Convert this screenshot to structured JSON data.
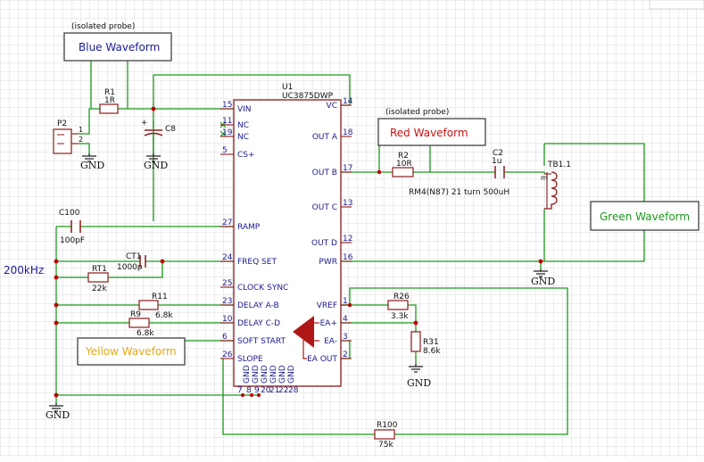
{
  "ic": {
    "ref": "U1",
    "part": "UC3875DWP",
    "pins_left": [
      {
        "num": "15",
        "name": "VIN"
      },
      {
        "num": "11",
        "name": "NC"
      },
      {
        "num": "19",
        "name": "NC"
      },
      {
        "num": "5",
        "name": "CS+"
      },
      {
        "num": "27",
        "name": "RAMP"
      },
      {
        "num": "24",
        "name": "FREQ SET"
      },
      {
        "num": "25",
        "name": "CLOCK SYNC"
      },
      {
        "num": "23",
        "name": "DELAY A-B"
      },
      {
        "num": "10",
        "name": "DELAY C-D"
      },
      {
        "num": "6",
        "name": "SOFT START"
      },
      {
        "num": "26",
        "name": "SLOPE"
      }
    ],
    "pins_right": [
      {
        "num": "14",
        "name": "VC"
      },
      {
        "num": "18",
        "name": "OUT A"
      },
      {
        "num": "17",
        "name": "OUT B"
      },
      {
        "num": "13",
        "name": "OUT C"
      },
      {
        "num": "12",
        "name": "OUT D"
      },
      {
        "num": "16",
        "name": "PWR"
      },
      {
        "num": "1",
        "name": "VREF"
      },
      {
        "num": "4",
        "name": "EA+"
      },
      {
        "num": "3",
        "name": "EA-"
      },
      {
        "num": "2",
        "name": "EA OUT"
      }
    ],
    "gnd_label": "GND",
    "bottom_pin_nums": [
      "7",
      "8",
      "9",
      "20",
      "21",
      "22",
      "28"
    ]
  },
  "probes": {
    "blue": {
      "note": "(isolated probe)",
      "label": "Blue Waveform",
      "color": "#1a1a9c"
    },
    "red": {
      "note": "(isolated probe)",
      "label": "Red Waveform",
      "color": "#cc1111"
    },
    "green": {
      "label": "Green Waveform",
      "color": "#1b9a1b"
    },
    "yellow": {
      "label": "Yellow Waveform",
      "color": "#e6a817"
    }
  },
  "components": {
    "R1": {
      "ref": "R1",
      "value": "1R"
    },
    "C8": {
      "ref": "C8",
      "polarity": "+"
    },
    "P2": {
      "ref": "P2",
      "pin1": "1",
      "pin2": "2"
    },
    "R2": {
      "ref": "R2",
      "value": "10R"
    },
    "C2": {
      "ref": "C2",
      "value": "1u"
    },
    "TB1": {
      "ref": "TB1.1",
      "dot": "m",
      "note": "RM4(N87) 21 turn 500uH"
    },
    "C100": {
      "ref": "C100",
      "value": "100pF"
    },
    "CT1": {
      "ref": "CT1",
      "value": "1000p"
    },
    "RT1": {
      "ref": "RT1",
      "value": "22k"
    },
    "R11": {
      "ref": "R11",
      "value": "6.8k"
    },
    "R9": {
      "ref": "R9",
      "value": "6.8k"
    },
    "R26": {
      "ref": "R26",
      "value": "3.3k"
    },
    "R31": {
      "ref": "R31",
      "value": "8.6k"
    },
    "R100": {
      "ref": "R100",
      "value": "75k"
    }
  },
  "freq_label": "200kHz",
  "gnd_symbol_label": "GND",
  "colors": {
    "wire": "#1b9a1b",
    "component": "#8b1a1a",
    "pin_text": "#1a1a8c",
    "junction": "#c00000"
  }
}
